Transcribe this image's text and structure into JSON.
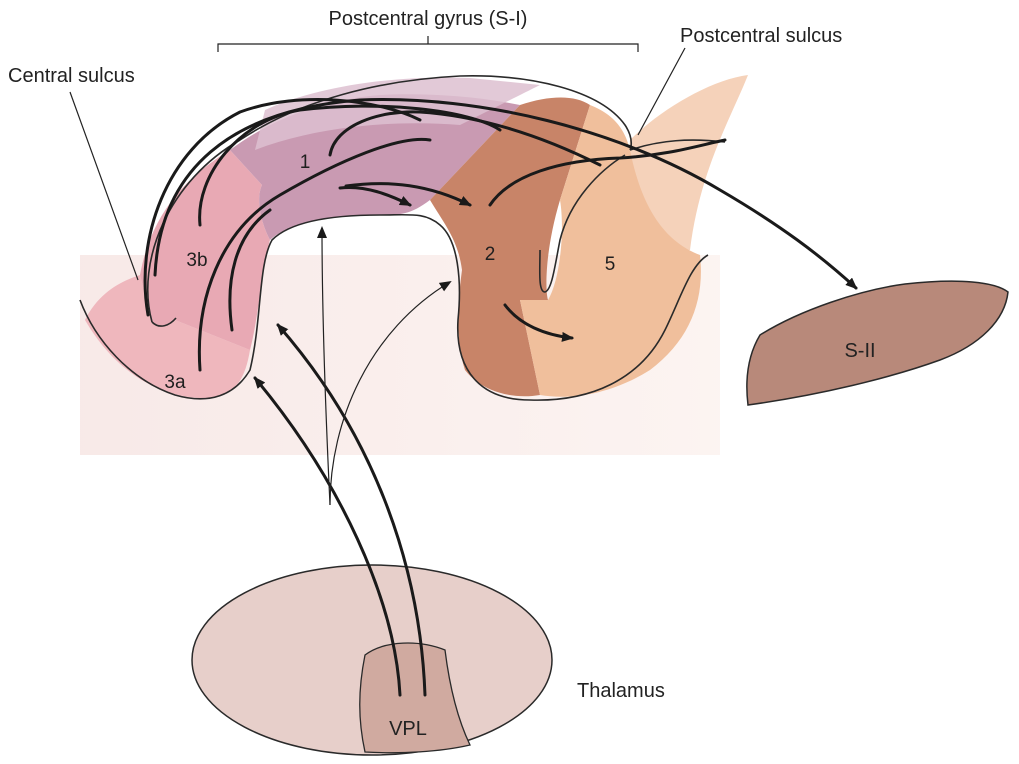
{
  "labels": {
    "postcentral_gyrus": "Postcentral gyrus (S-I)",
    "postcentral_sulcus": "Postcentral sulcus",
    "central_sulcus": "Central sulcus",
    "thalamus": "Thalamus",
    "vpl": "VPL",
    "s2": "S-II"
  },
  "areas": {
    "a1": "1",
    "a2": "2",
    "a3a": "3a",
    "a3b": "3b",
    "a5": "5"
  },
  "colors": {
    "area_3a": "#efb7bd",
    "area_3b": "#e8a9b4",
    "area_1": "#c99ab2",
    "area_1_top": "#ddbfd0",
    "area_2": "#c88468",
    "area_5": "#f0bf9c",
    "thalamus": "#e7cfca",
    "vpl": "#d0aaa0",
    "s2": "#b8897a",
    "background_wash": "#f7e8e4"
  }
}
